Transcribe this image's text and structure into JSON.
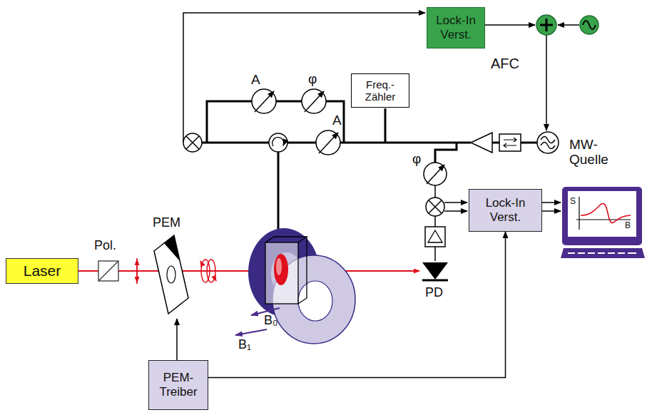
{
  "diagram": {
    "nodes": [
      {
        "text": [
          "Lock-In Verst."
        ]
      },
      {
        "text": [
          "Freq.-Zähler"
        ]
      },
      {
        "text": [
          "Lock-In Verst."
        ]
      },
      {
        "text": [
          "Laser"
        ]
      },
      {
        "text": [
          "PEM-Treiber"
        ]
      }
    ],
    "edges": [
      {
        "from": 4,
        "to": 2,
        "arrow": "to"
      }
    ],
    "labels": [
      "AFC",
      "A",
      "φ",
      "A",
      "MW-Quelle",
      "φ",
      "S",
      "B",
      "Pol.",
      "PEM",
      "B₀",
      "B₁",
      "PD"
    ]
  }
}
